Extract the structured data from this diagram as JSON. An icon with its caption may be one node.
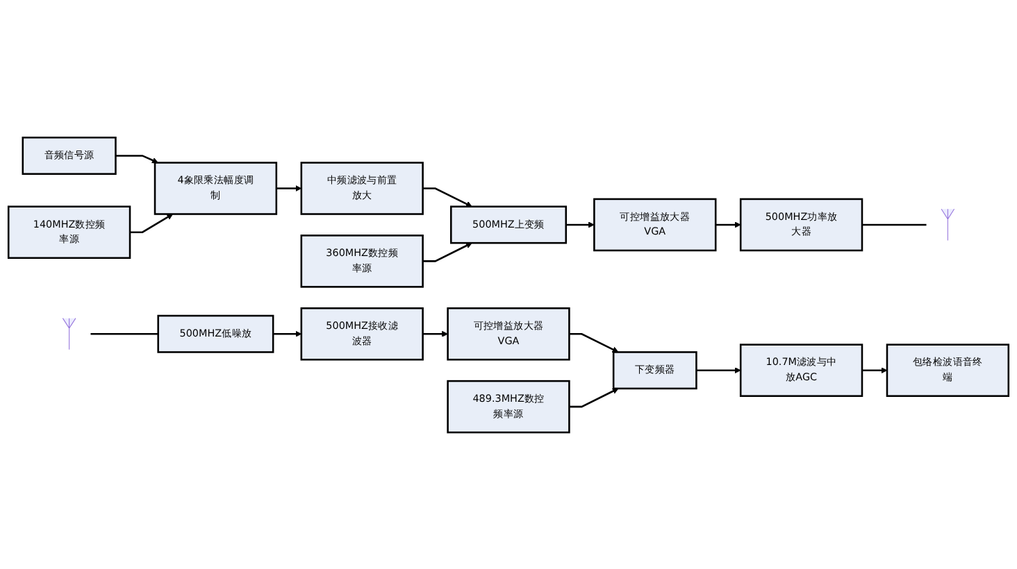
{
  "diagram": {
    "nodes": [
      {
        "text": [
          "音频信号源"
        ]
      },
      {
        "text": [
          "4象限乘法幅度调制"
        ]
      },
      {
        "text": [
          "中频滤波与前置放大"
        ]
      },
      {
        "text": [
          "500MHZ上变频"
        ]
      },
      {
        "text": [
          "可控增益放大器VGA"
        ]
      },
      {
        "text": [],
        "shape": "picture"
      },
      {
        "text": [
          "140MHZ数控频率源"
        ]
      },
      {
        "text": [
          "360MHZ数控频率源"
        ]
      },
      {
        "text": [
          "500MHZ功率放大器"
        ]
      },
      {
        "text": [
          "包络检波语音终端"
        ]
      },
      {
        "text": [
          "10.7M滤波与中放AGC"
        ]
      },
      {
        "text": [
          "下变频器"
        ]
      },
      {
        "text": [
          "可控增益放大器VGA"
        ]
      },
      {
        "text": [
          "500MHZ接收滤波器"
        ]
      },
      {
        "text": [],
        "shape": "picture"
      },
      {
        "text": [
          "489.3MHZ数控频率源"
        ]
      },
      {
        "text": [
          "500MHZ低噪放"
        ]
      }
    ],
    "edges": [
      {
        "from": 0,
        "to": 1,
        "arrow": "to"
      },
      {
        "from": 6,
        "to": 1,
        "arrow": "to"
      },
      {
        "from": 1,
        "to": 2,
        "arrow": "to"
      },
      {
        "from": 2,
        "to": 3,
        "arrow": "to"
      },
      {
        "from": 7,
        "to": 3,
        "arrow": "to"
      },
      {
        "from": 3,
        "to": 4,
        "arrow": "to"
      },
      {
        "from": 4,
        "to": 8,
        "arrow": "to"
      },
      {
        "from": 8,
        "to": 5,
        "arrow": "none"
      },
      {
        "from": 14,
        "to": 16,
        "arrow": "none"
      },
      {
        "from": 16,
        "to": 13,
        "arrow": "to"
      },
      {
        "from": 13,
        "to": 12,
        "arrow": "to"
      },
      {
        "from": 12,
        "to": 11,
        "arrow": "to"
      },
      {
        "from": 15,
        "to": 11,
        "arrow": "to"
      },
      {
        "from": 11,
        "to": 10,
        "arrow": "to"
      },
      {
        "from": 10,
        "to": 9,
        "arrow": "to"
      }
    ]
  }
}
